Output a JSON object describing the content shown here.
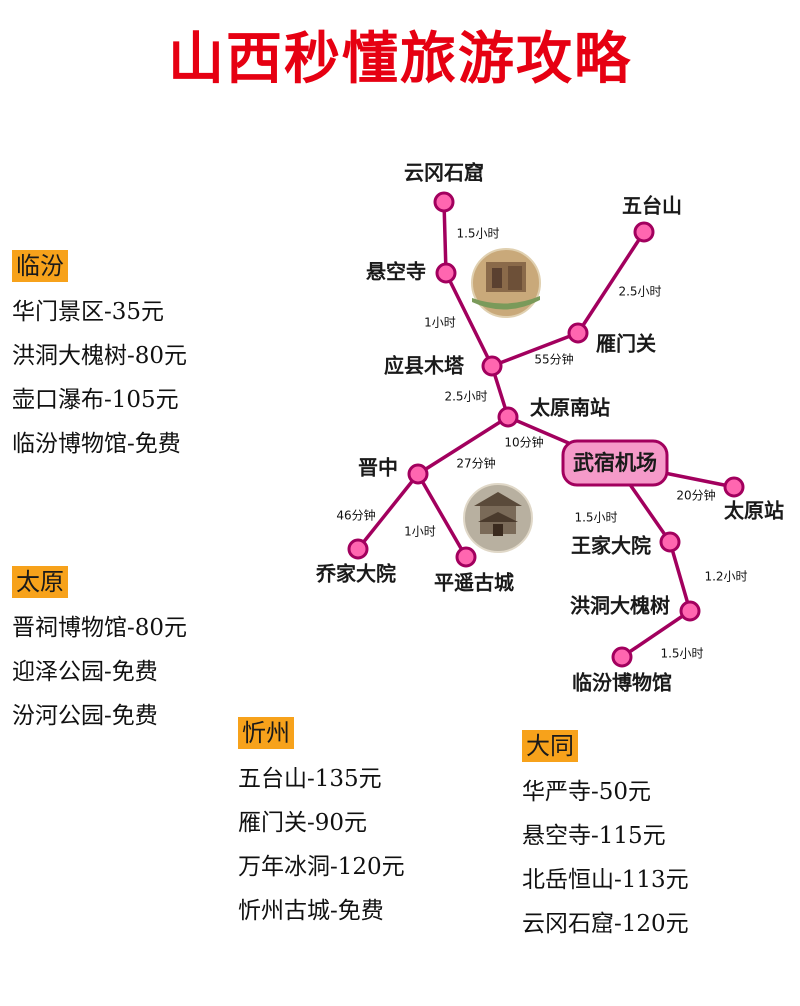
{
  "title": "山西秒懂旅游攻略",
  "regions": [
    {
      "label": "临汾",
      "items": [
        "华门景区-35元",
        "洪洞大槐树-80元",
        "壶口瀑布-105元",
        "临汾博物馆-免费"
      ]
    },
    {
      "label": "太原",
      "items": [
        "晋祠博物馆-80元",
        "迎泽公园-免费",
        "汾河公园-免费"
      ]
    },
    {
      "label": "忻州",
      "items": [
        "五台山-135元",
        "雁门关-90元",
        "万年冰洞-120元",
        "忻州古城-免费"
      ]
    },
    {
      "label": "大同",
      "items": [
        "华严寺-50元",
        "悬空寺-115元",
        "北岳恒山-113元",
        "云冈石窟-120元"
      ]
    }
  ],
  "route_map": {
    "nodes": [
      {
        "id": "yungang",
        "label": "云冈石窟"
      },
      {
        "id": "xuankong",
        "label": "悬空寺"
      },
      {
        "id": "wutai",
        "label": "五台山"
      },
      {
        "id": "yanmen",
        "label": "雁门关"
      },
      {
        "id": "yingxian",
        "label": "应县木塔"
      },
      {
        "id": "taiyuannan",
        "label": "太原南站"
      },
      {
        "id": "airport",
        "label": "武宿机场",
        "highlight": true
      },
      {
        "id": "taiyuan",
        "label": "太原站"
      },
      {
        "id": "jinzhong",
        "label": "晋中"
      },
      {
        "id": "qiaojia",
        "label": "乔家大院"
      },
      {
        "id": "pingyao",
        "label": "平遥古城"
      },
      {
        "id": "wangjia",
        "label": "王家大院"
      },
      {
        "id": "hongtong",
        "label": "洪洞大槐树"
      },
      {
        "id": "linfenmuseum",
        "label": "临汾博物馆"
      }
    ],
    "edges": [
      {
        "from": "yungang",
        "to": "xuankong",
        "label": "1.5小时"
      },
      {
        "from": "xuankong",
        "to": "yingxian",
        "label": "1小时"
      },
      {
        "from": "wutai",
        "to": "yanmen",
        "label": "2.5小时"
      },
      {
        "from": "yanmen",
        "to": "yingxian",
        "label": "55分钟"
      },
      {
        "from": "yingxian",
        "to": "taiyuannan",
        "label": "2.5小时"
      },
      {
        "from": "taiyuannan",
        "to": "airport",
        "label": "10分钟"
      },
      {
        "from": "taiyuannan",
        "to": "jinzhong",
        "label": "27分钟"
      },
      {
        "from": "airport",
        "to": "taiyuan",
        "label": "20分钟"
      },
      {
        "from": "airport",
        "to": "wangjia",
        "label": "1.5小时"
      },
      {
        "from": "jinzhong",
        "to": "qiaojia",
        "label": "46分钟"
      },
      {
        "from": "jinzhong",
        "to": "pingyao",
        "label": "1小时"
      },
      {
        "from": "wangjia",
        "to": "hongtong",
        "label": "1.2小时"
      },
      {
        "from": "hongtong",
        "to": "linfenmuseum",
        "label": "1.5小时"
      }
    ]
  },
  "colors": {
    "title": "#e60012",
    "line": "#a2005e",
    "node_fill": "#ff66b0",
    "node_stroke": "#a2005e",
    "region_label_bg": "#f7a21b",
    "airport_bg": "#f59ac9"
  }
}
